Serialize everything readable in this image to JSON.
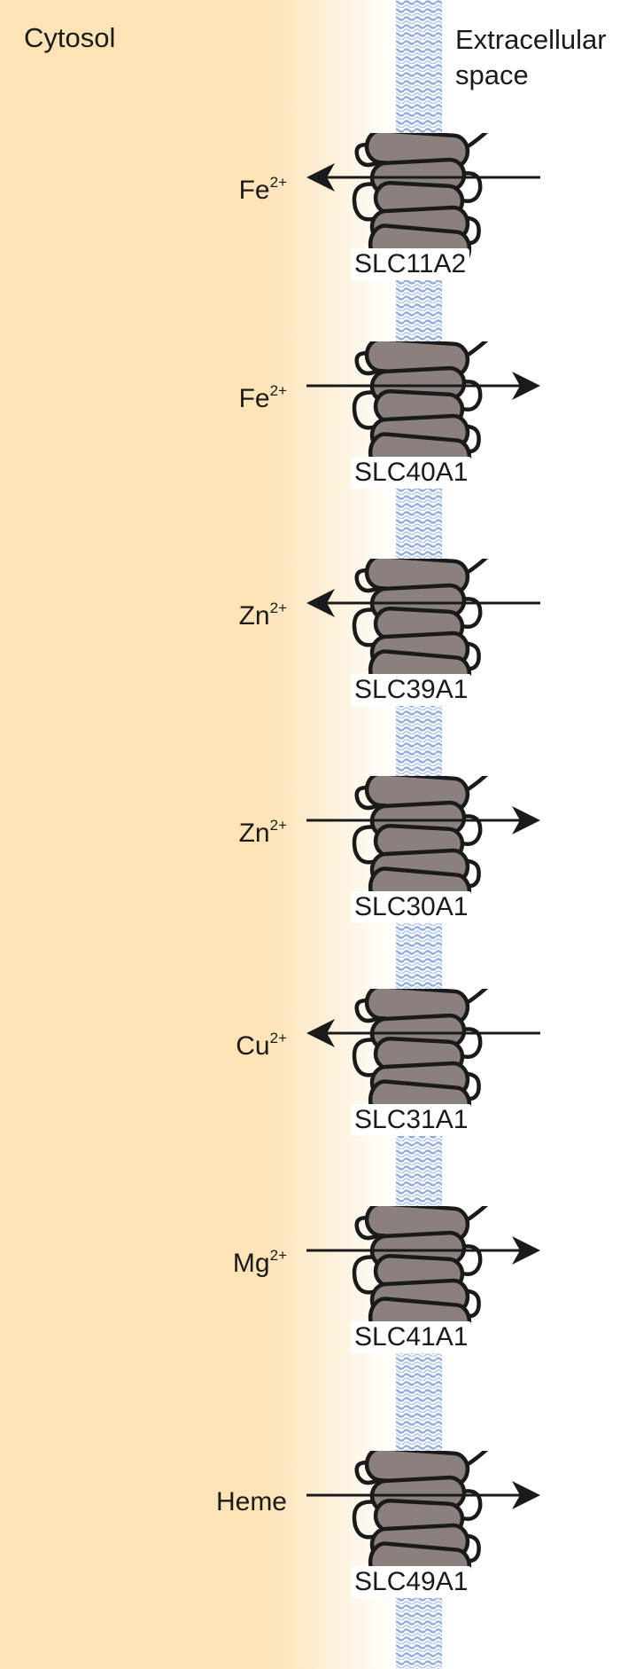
{
  "regions": {
    "cytosol": "Cytosol",
    "extracellular_line1": "Extracellular",
    "extracellular_line2": "space"
  },
  "colors": {
    "cytosol": "#fde3b6",
    "membrane": "#93aedd",
    "protein_fill": "#8a807d",
    "outline": "#1a1a1a"
  },
  "transporters": [
    {
      "ion": "Fe",
      "charge": "2+",
      "gene": "SLC11A2",
      "direction": "into-cytosol"
    },
    {
      "ion": "Fe",
      "charge": "2+",
      "gene": "SLC40A1",
      "direction": "out-of-cytosol"
    },
    {
      "ion": "Zn",
      "charge": "2+",
      "gene": "SLC39A1",
      "direction": "into-cytosol"
    },
    {
      "ion": "Zn",
      "charge": "2+",
      "gene": "SLC30A1",
      "direction": "out-of-cytosol"
    },
    {
      "ion": "Cu",
      "charge": "2+",
      "gene": "SLC31A1",
      "direction": "into-cytosol"
    },
    {
      "ion": "Mg",
      "charge": "2+",
      "gene": "SLC41A1",
      "direction": "out-of-cytosol"
    },
    {
      "ion": "Heme",
      "charge": "",
      "gene": "SLC49A1",
      "direction": "out-of-cytosol"
    }
  ]
}
